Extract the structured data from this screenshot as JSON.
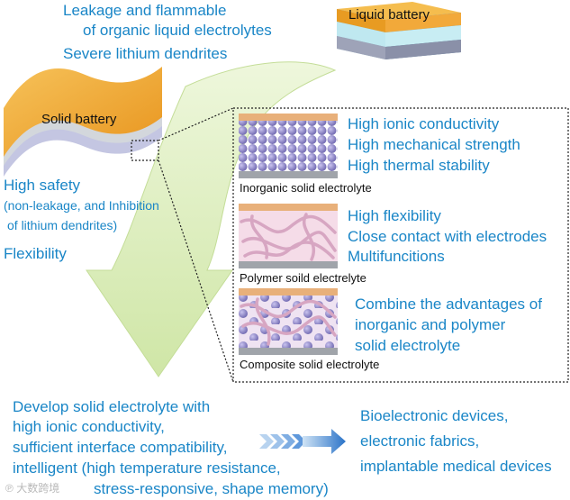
{
  "top_text": {
    "line1": "Leakage and flammable",
    "line2": "of organic liquid electrolytes",
    "line3": "Severe lithium dendrites"
  },
  "liquid_battery": {
    "label": "Liquid battery"
  },
  "solid_battery": {
    "label": "Solid battery"
  },
  "solid_advantages": {
    "safety": "High safety",
    "safety_detail_1": "(non-leakage, and Inhibition",
    "safety_detail_2": "of lithium dendrites)",
    "flexibility": "Flexibility"
  },
  "electrolytes": [
    {
      "name": "Inorganic solid electrolyte",
      "features": [
        "High ionic conductivity",
        "High mechanical strength",
        "High thermal stability"
      ]
    },
    {
      "name": "Polymer soild electrelyte",
      "features": [
        "High flexibility",
        "Close contact with electrodes",
        "Multifuncitions"
      ]
    },
    {
      "name": "Composite solid electrolyte",
      "features": [
        "Combine the advantages of",
        "inorganic and polymer",
        "solid electrolyte"
      ]
    }
  ],
  "bottom_left": {
    "line1": "Develop solid electrolyte with",
    "line2": "high ionic conductivity,",
    "line3": "sufficient interface compatibility,",
    "line4": "intelligent (high temperature resistance,",
    "line5": "stress-responsive, shape memory)"
  },
  "bottom_right": {
    "line1": "Bioelectronic devices,",
    "line2": "electronic fabrics,",
    "line3": "implantable medical devices"
  },
  "watermark": {
    "text": "大数跨境"
  },
  "colors": {
    "text_blue": "#1a86c7",
    "battery_orange": "#f0a830",
    "electrolyte_cyan": "#bfe8f0",
    "arrow_green": "#d6ebb2",
    "particle_purple": "#8f87c8",
    "fiber_pink": "#e3b9d0"
  }
}
